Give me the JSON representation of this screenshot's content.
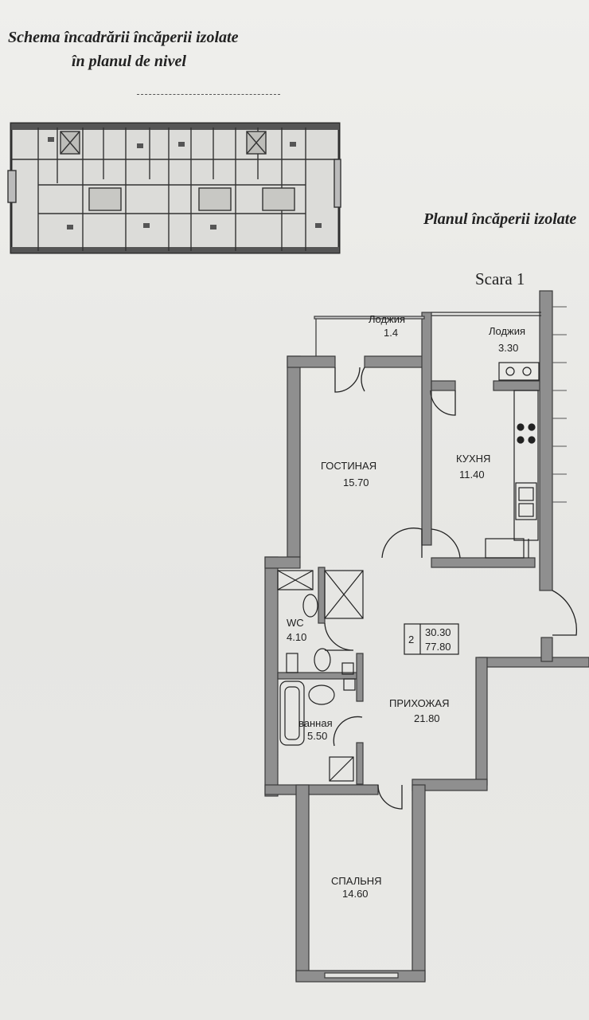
{
  "headings": {
    "scheme_line1": "Schema încadrării încăperii izolate",
    "scheme_line2": "în planul de nivel",
    "plan_title": "Planul încăperii izolate",
    "scale": "Scara 1"
  },
  "rooms": [
    {
      "id": "loggia-1",
      "name": "Лоджия",
      "area": "1.4"
    },
    {
      "id": "loggia-2",
      "name": "Лоджия",
      "area": "3.30"
    },
    {
      "id": "living",
      "name": "ГОСТИНАЯ",
      "area": "15.70"
    },
    {
      "id": "kitchen",
      "name": "КУХНЯ",
      "area": "11.40"
    },
    {
      "id": "wc",
      "name": "WC",
      "area": "4.10"
    },
    {
      "id": "bath",
      "name": "ванная",
      "area": "5.50"
    },
    {
      "id": "hall",
      "name": "ПРИХОЖАЯ",
      "area": "21.80"
    },
    {
      "id": "bedroom",
      "name": "СПАЛЬНЯ",
      "area": "14.60"
    }
  ],
  "apartment_summary": {
    "rooms_count": "2",
    "living_area": "30.30",
    "total_area": "77.80"
  },
  "colors": {
    "wall": "#3a3a3a",
    "wall_fill": "#8f8f8f",
    "line": "#2a2a2a",
    "paper": "#ececea"
  }
}
